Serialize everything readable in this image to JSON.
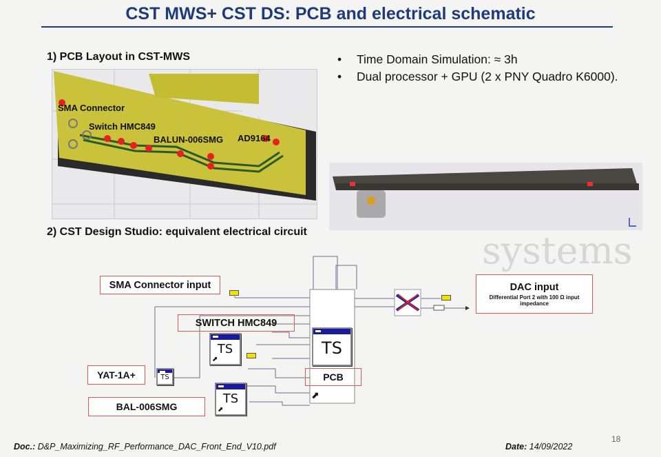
{
  "title": "CST MWS+ CST DS: PCB and electrical schematic",
  "section1": {
    "heading": "1) PCB Layout in CST-MWS",
    "labels": [
      "SMA Connector",
      "Switch HMC849",
      "BALUN-006SMG",
      "AD9164"
    ]
  },
  "bullets": [
    "Time Domain Simulation: ≈ 3h",
    "Dual processor + GPU (2 x PNY Quadro K6000)."
  ],
  "bullet_marker": "•",
  "section2": {
    "heading": "2) CST Design Studio: equivalent electrical circuit"
  },
  "schematic": {
    "sma_label": "SMA Connector input",
    "switch_label": "SWITCH HMC849",
    "yat_label": "YAT-1A+",
    "bal_label": "BAL-006SMG",
    "pcb_label": "PCB",
    "dac_title": "DAC input",
    "dac_desc": "Differential Port 2 with 100 Ω input impedance",
    "ts_label": "TS",
    "arrow_glyph": "⬈"
  },
  "watermark": {
    "text": "systems"
  },
  "footer": {
    "doc_label": "Doc.:",
    "doc_value": " D&P_Maximizing_RF_Performance_DAC_Front_End_V10.pdf",
    "date_label": "Date:",
    "date_value": " 14/09/2022",
    "page": "18"
  },
  "colors": {
    "title": "#1f3a7a",
    "label_border": "#e05555",
    "ts_bar": "#1a1aa0",
    "pcb": "#c9c23a",
    "port": "#f2e200"
  }
}
